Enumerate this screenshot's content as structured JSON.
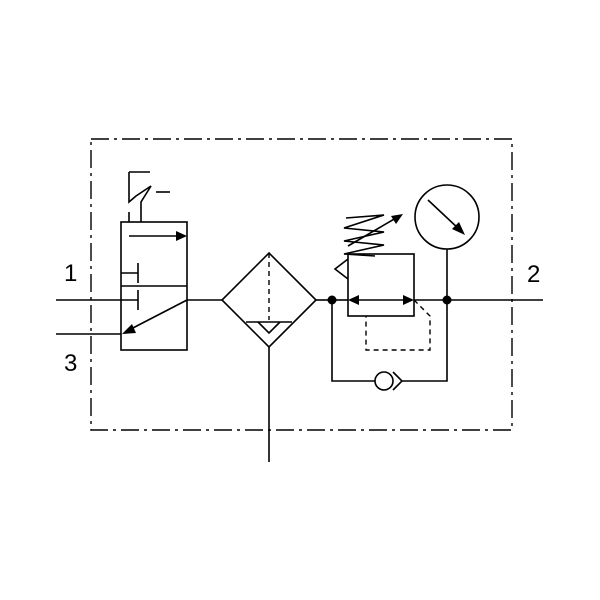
{
  "diagram": {
    "ports": {
      "port_1": "1",
      "port_2": "2",
      "port_3": "3"
    },
    "components": [
      {
        "id": "manual-valve",
        "icon": "three-way-valve-icon"
      },
      {
        "id": "filter",
        "icon": "filter-water-separator-icon"
      },
      {
        "id": "pressure-regulator",
        "icon": "pressure-regulator-icon"
      },
      {
        "id": "pressure-gauge",
        "icon": "pressure-gauge-icon"
      },
      {
        "id": "check-valve",
        "icon": "check-valve-icon"
      }
    ],
    "colors": {
      "line": "#000000",
      "background": "#ffffff"
    }
  }
}
